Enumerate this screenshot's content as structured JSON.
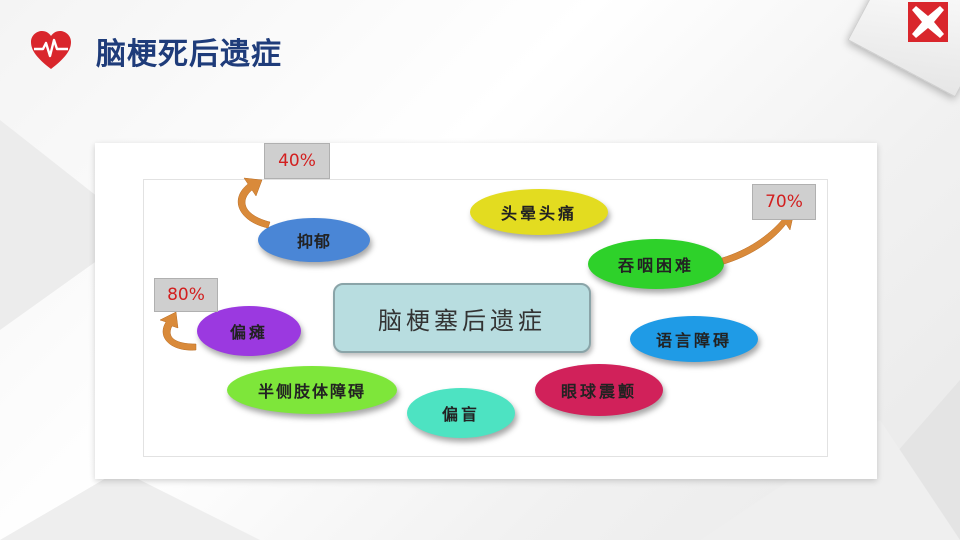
{
  "title": "脑梗死后遗症",
  "diagram": {
    "center": "脑梗塞后遗症",
    "symptoms": [
      {
        "label": "抑郁",
        "color": "#4a86d6"
      },
      {
        "label": "头晕头痛",
        "color": "#e3dc20"
      },
      {
        "label": "吞咽困难",
        "color": "#2ed12a"
      },
      {
        "label": "偏瘫",
        "color": "#9b39e0"
      },
      {
        "label": "语言障碍",
        "color": "#1f9be6"
      },
      {
        "label": "眼球震颤",
        "color": "#d1215a"
      },
      {
        "label": "半侧肢体障碍",
        "color": "#7ee63a"
      },
      {
        "label": "偏盲",
        "color": "#4de3c2"
      }
    ],
    "percentages": {
      "depression": "40%",
      "dysphagia": "70%",
      "hemiplegia": "80%"
    }
  },
  "colors": {
    "title": "#1f3c7a",
    "heart": "#d9262c",
    "arrow": "#d98a3a",
    "percent_text": "#d21f1f"
  },
  "icons": {
    "heart": "heart-pulse-icon",
    "logo": "red-cross-logo-icon"
  }
}
